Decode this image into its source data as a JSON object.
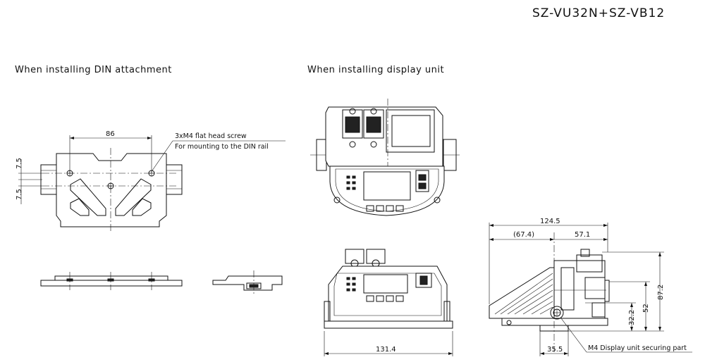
{
  "model": "SZ-VU32N+SZ-VB12",
  "captions": {
    "din": "When installing DIN attachment",
    "display": "When installing display unit"
  },
  "dimensions": {
    "d86": "86",
    "d7_5_top": "7.5",
    "d7_5_bottom": "7.5",
    "d124_5": "124.5",
    "d67_4": "(67.4)",
    "d57_1": "57.1",
    "d87_2": "87.2",
    "d52": "52",
    "d32_2": "32.2",
    "d35_5": "35.5",
    "d131_4": "131.4"
  },
  "notes": {
    "screw_line1": "3xM4 flat head screw",
    "screw_line2": "For mounting to the DIN rail",
    "m4_display": "M4 Display unit securing part"
  }
}
